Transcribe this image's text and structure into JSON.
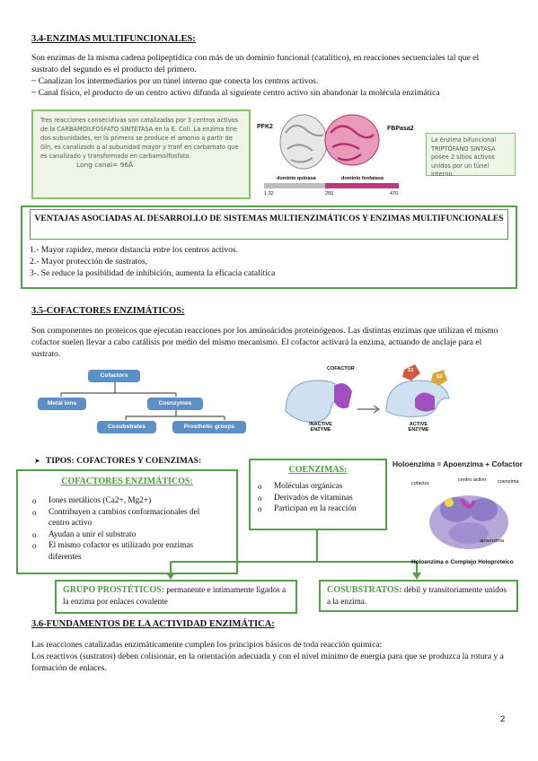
{
  "s34": {
    "heading": "3.4-ENZIMAS MULTIFUNCIONALES:",
    "para": "Son enzimas de la misma cadena polipeptídica con más de un dominio funcional (catalítico), en reacciones secuenciales tal que el sustrato del segundo es el producto del primero.",
    "line1": "~ Canalizan los intermediarios por un túnel interno que conecta los centros activos.",
    "line2": "~ Canal físico, el producto de un centro activo difunda al siguiente centro activo sin abandonar la molécula enzimática",
    "note_left": "Tres reacciones consecutivas son catalizadas por 3 centros activos de la CARBAMOILFOSFATO SINTETASA en la E. Coli. La enzima tine dos subunidades, en la primera se produce el amonio a partir de Gln, es canalizado a al subunidad mayor y tranf en carbamato que es canalizado y transformado en carbamoilfosfato.",
    "note_left_extra": "Long canal= 96Å",
    "note_right": "La enzima bifuncional TRIPTÓFANO SINTASA posee 2 sitios activos unidos por un túnel interno.",
    "fig": {
      "label_left": "PFK2",
      "label_right": "FBPasa2",
      "domain1": "dominio quinasa",
      "domain2": "dominio fosfatasa",
      "ticks": [
        "1 32",
        "250",
        "470"
      ]
    },
    "adv_title": "VENTAJAS ASOCIADAS AL DESARROLLO DE SISTEMAS MULTIENZIMÁTICOS Y ENZIMAS MULTIFUNCIONALES",
    "adv_items": [
      "1.- Mayor rapidez, menor distancia entre los centros activos.",
      "2.- Mayor protección de sustratos,",
      "3-. Se reduce la posibilidad de inhibición, aumenta la eficacia catalítica"
    ]
  },
  "s35": {
    "heading": "3.5-COFACTORES ENZIMÁTICOS:",
    "para": "Son componentes no proteicos que ejecutan reacciones por los aminoácidos proteinógenos. Las distintas enzimas que utilizan el mismo cofactor suelen llevar a cabo catálisis por medio del mismo mecanismo. El cofactor activará la enzima, actuando de anclaje para el sustrato.",
    "tree": {
      "root": "Cofactors",
      "metal": "Metal ions",
      "coenzymes": "Coenzymes",
      "cosubstrates": "Cosubstrates",
      "prosthetic": "Prosthetic groups"
    },
    "activation": {
      "cofactor": "COFACTOR",
      "inactive": "INACTIVE ENZYME",
      "active": "ACTIVE ENZYME",
      "s1": "S1",
      "s2": "S2"
    },
    "tipos_title": "TIPOS: COFACTORES Y COENZIMAS:",
    "cof_title": "COFACTORES ENZIMÁTICOS:",
    "cof_items": [
      "Iones metálicos (Ca2+, Mg2+)",
      "Contribuyen a cambios conformacionales del centro activo",
      "Ayudan a unir el substrato",
      "El mismo cofactor es utilizado por enzimas diferentes"
    ],
    "coe_title": "COENZIMAS:",
    "coe_items": [
      "Moléculas orgánicas",
      "Derivados de vitaminas",
      "Participan en la reacción"
    ],
    "holo_title": "Holoenzima = Apoenzima + Cofactor",
    "holo_labels": {
      "cofactor": "cofactor",
      "centro": "centro activo",
      "coenzima": "coenzima",
      "apo": "apoenzima"
    },
    "holo_caption": "Holoenzima o Complejo Holoproteico",
    "gp_title": "GRUPO PROSTÉTICOS:",
    "gp_text": "permanente e íntimamente ligados a la enzima por enlaces covalente",
    "cos_title": "COSUBSTRATOS:",
    "cos_text": "débil y transitoriamente unidos a la enzima."
  },
  "s36": {
    "heading": "3.6-FUNDAMENTOS DE LA ACTIVIDAD ENZIMÁTICA:",
    "line1": "Las reacciones catalizadas enzimáticamente cumplen los principios básicos de toda reacción química:",
    "line2": "Los reactivos (sustratos) deben colisionar, en la orientación adecuada y con el nivel mínimo de energía para que se produzca la rotura y a formación de enlaces."
  },
  "page_number": "2",
  "colors": {
    "green": "#53a04a",
    "blue": "#5b8fc6",
    "purple": "#a04ec0",
    "magenta": "#c03a7a"
  }
}
